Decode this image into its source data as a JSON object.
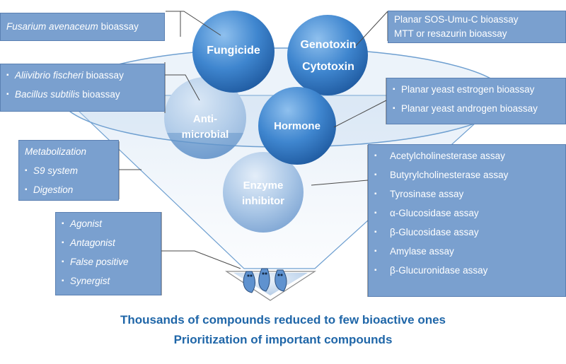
{
  "circles": {
    "fungicide": "Fungicide",
    "genotoxin": "Genotoxin",
    "cytotoxin": "Cytotoxin",
    "antimicrobial_line1": "Anti-",
    "antimicrobial_line2": "microbial",
    "hormone": "Hormone",
    "enzyme_line1": "Enzyme",
    "enzyme_line2": "inhibitor"
  },
  "boxes": {
    "fusarium": {
      "species": "Fusarium avenaceum",
      "suffix": " bioassay"
    },
    "genotox": [
      "Planar SOS-Umu-C bioassay",
      "MTT or resazurin bioassay"
    ],
    "antimicrobial": [
      {
        "species": "Aliivibrio fischeri",
        "suffix": " bioassay"
      },
      {
        "species": "Bacillus subtilis",
        "suffix": " bioassay"
      }
    ],
    "hormone": [
      "Planar yeast estrogen bioassay",
      "Planar yeast androgen bioassay"
    ],
    "metabolization": {
      "title": "Metabolization",
      "items": [
        "S9 system",
        "Digestion"
      ]
    },
    "effects": [
      "Agonist",
      "Antagonist",
      "False positive",
      "Synergist"
    ],
    "enzymes": [
      "Acetylcholinesterase assay",
      "Butyrylcholinesterase assay",
      "Tyrosinase assay",
      "α-Glucosidase assay",
      "β-Glucosidase assay",
      "Amylase assay",
      "β-Glucuronidase assay"
    ]
  },
  "footer": {
    "line1": "Thousands of compounds reduced to few bioactive ones",
    "line2": "Prioritization of important compounds"
  }
}
